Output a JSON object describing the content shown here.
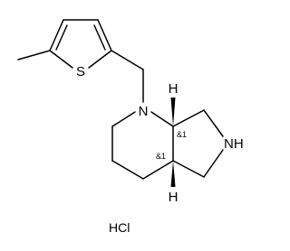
{
  "molecule": {
    "atoms": {
      "sulfur": "S",
      "ring_nitrogen": "N",
      "pyrrolidine_nitrogen": "NH",
      "stereo_hydrogen_top": "H",
      "stereo_hydrogen_bottom": "H"
    },
    "stereo_labels": {
      "upper_center": "&1",
      "lower_center": "&1"
    },
    "salt": "HCl"
  }
}
